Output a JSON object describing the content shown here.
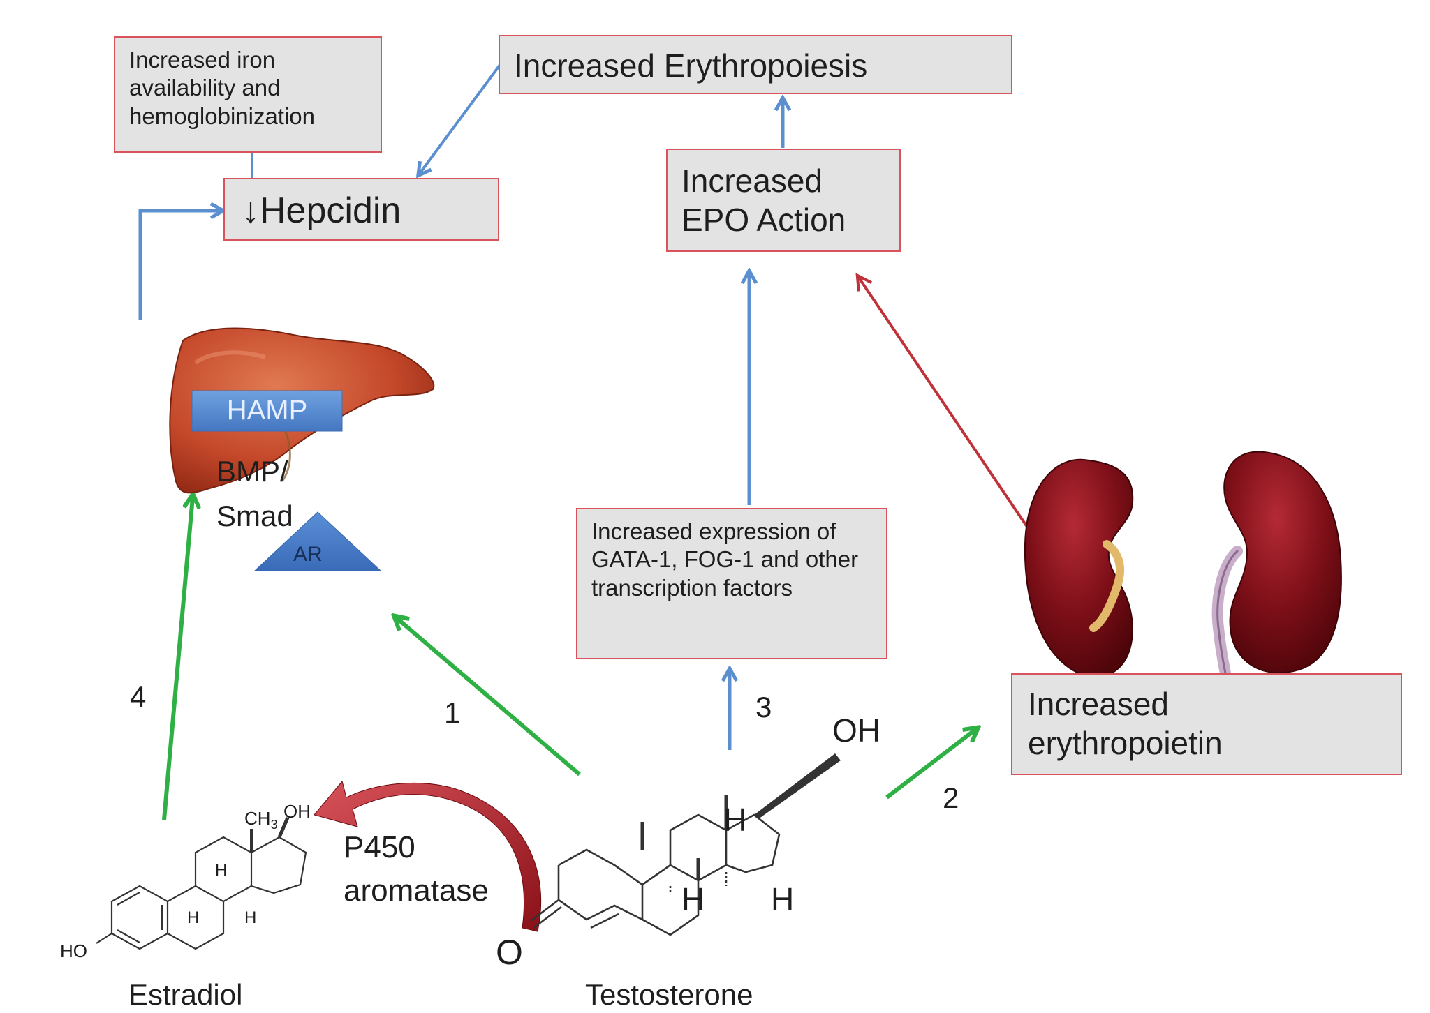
{
  "boxes": {
    "iron": "Increased iron availability and hemoglobinization",
    "erythropoiesis": "Increased Erythropoiesis",
    "hepcidin_arrow": "↓",
    "hepcidin": "Hepcidin",
    "epo_action_line1": "Increased",
    "epo_action_line2": "EPO Action",
    "transcription": "Increased expression of GATA-1, FOG-1 and other transcription factors",
    "erythropoietin_line1": "Increased",
    "erythropoietin_line2": "erythropoietin"
  },
  "liver": {
    "hamp_label": "HAMP",
    "bmp_line1": "BMP/",
    "bmp_line2": "Smad",
    "ar_label": "AR"
  },
  "arrow_numbers": {
    "n1": "1",
    "n2": "2",
    "n3": "3",
    "n4": "4"
  },
  "enzyme": {
    "line1": "P450",
    "line2": "aromatase"
  },
  "molecules": {
    "estradiol": "Estradiol",
    "testosterone": "Testosterone",
    "estradiol_ch3": "CH",
    "estradiol_ch3_sub": "3",
    "estradiol_oh": "OH",
    "estradiol_ho": "HO",
    "estradiol_h1": "H",
    "estradiol_h2": "H",
    "estradiol_h3": "H",
    "testo_oh": "OH",
    "testo_o": "O",
    "testo_h1": "H",
    "testo_h2": "H",
    "testo_h3": "H"
  },
  "colors": {
    "box_fill": "#e3e3e3",
    "box_border": "#d9535d",
    "blue_arrow": "#5b8fcf",
    "green_arrow": "#2fb044",
    "red_arrow": "#c0323a",
    "hamp_fill": "#5a8fd6",
    "ar_fill": "#4a7fcf",
    "liver": "#c0472a",
    "kidney": "#7d0f18"
  }
}
